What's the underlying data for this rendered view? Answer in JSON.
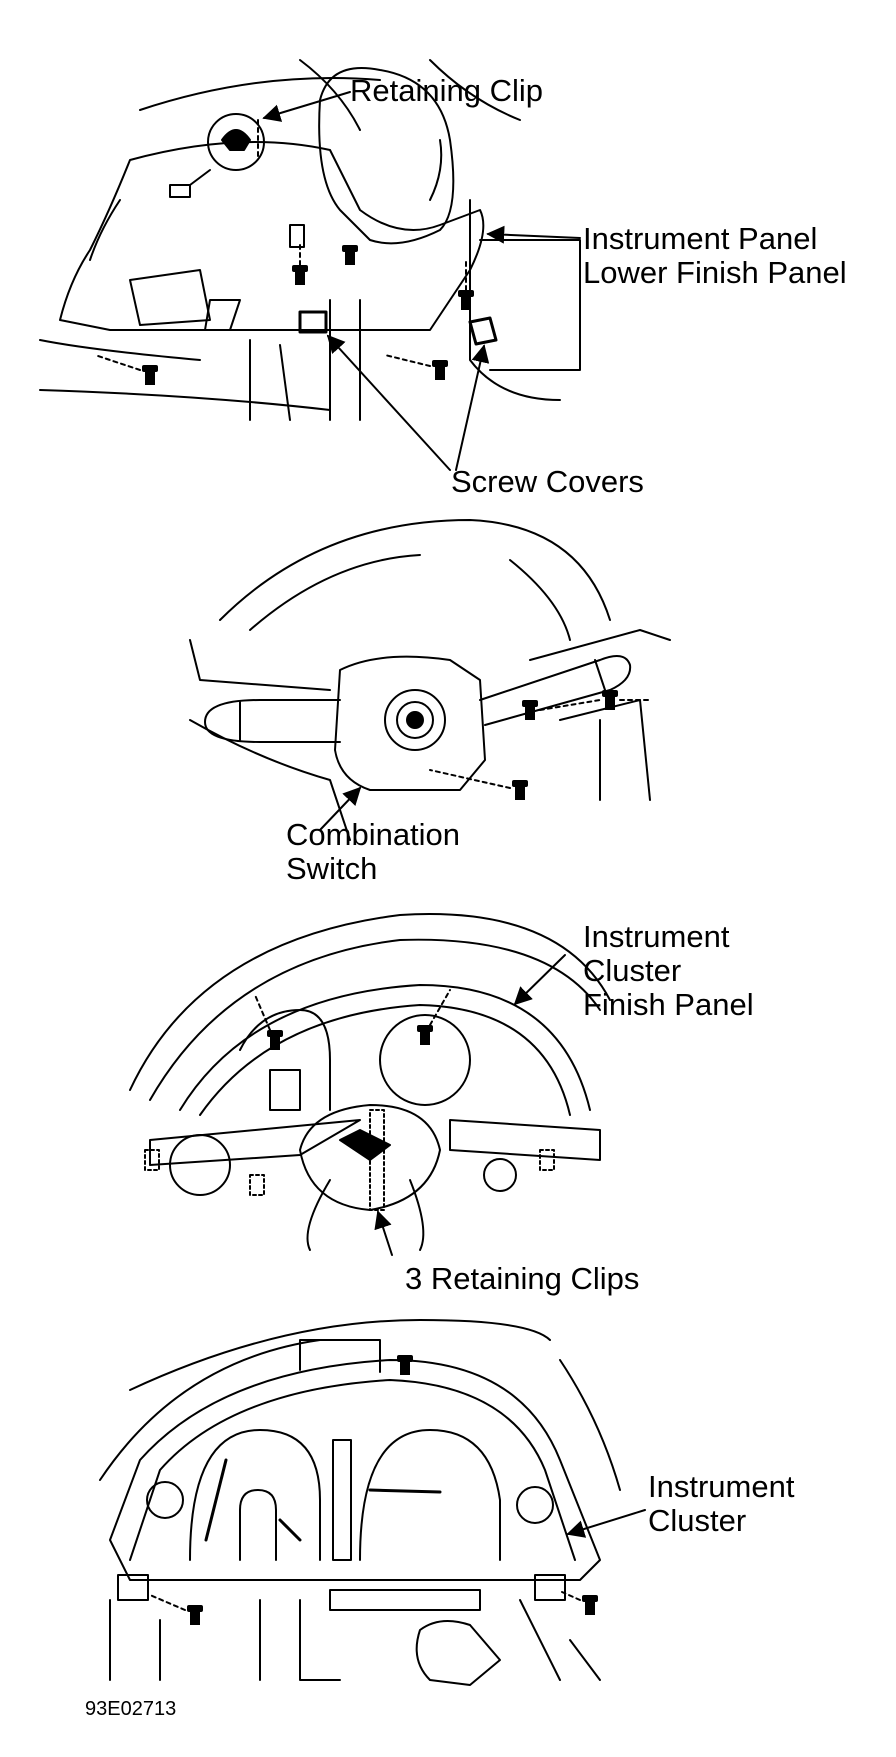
{
  "figure_id": "93E02713",
  "panels": [
    {
      "id": "lower-finish-panel",
      "labels": {
        "retaining_clip": "Retaining Clip",
        "instrument_panel": [
          "Instrument Panel",
          "Lower Finish Panel"
        ],
        "screw_covers": "Screw Covers"
      }
    },
    {
      "id": "combination-switch",
      "labels": {
        "combination_switch": [
          "Combination",
          "Switch"
        ]
      }
    },
    {
      "id": "cluster-finish-panel",
      "labels": {
        "instrument_cluster_finish_panel": [
          "Instrument",
          "Cluster",
          "Finish Panel"
        ],
        "retaining_clips": "3 Retaining Clips"
      }
    },
    {
      "id": "instrument-cluster",
      "labels": {
        "instrument_cluster": [
          "Instrument",
          "Cluster"
        ]
      }
    }
  ]
}
